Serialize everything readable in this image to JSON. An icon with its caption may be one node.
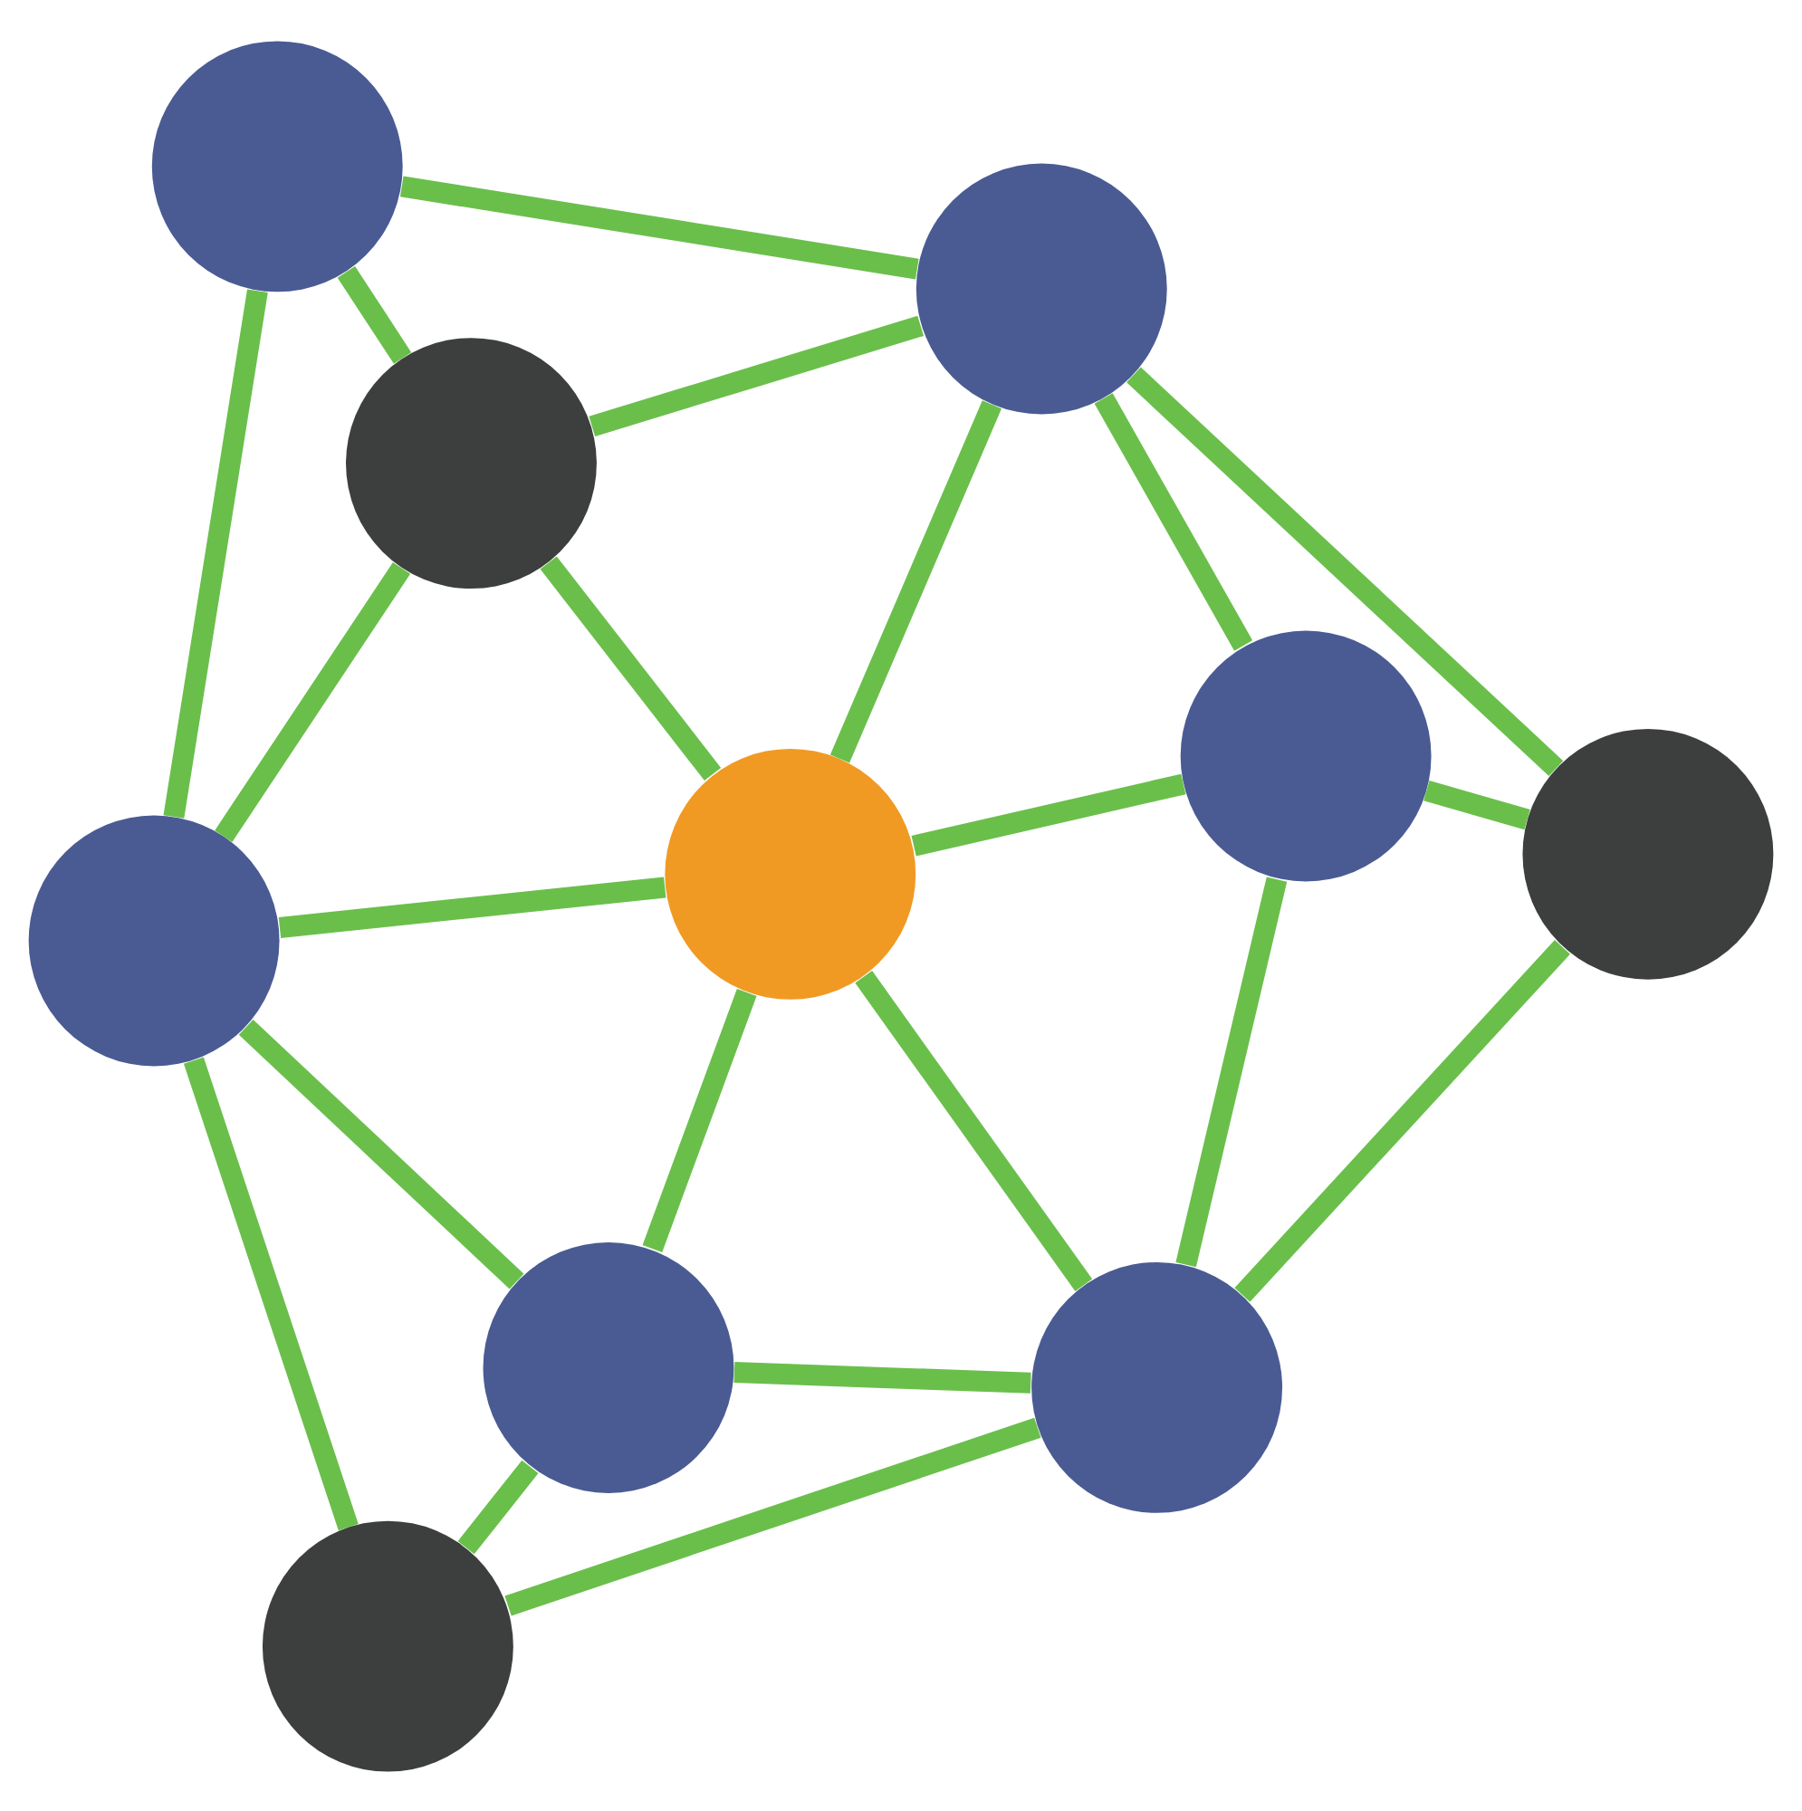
{
  "diagram": {
    "nodes": [
      {
        "text": [],
        "shape": "circle"
      },
      {
        "text": [],
        "shape": "circle"
      },
      {
        "text": [],
        "shape": "circle"
      },
      {
        "text": [],
        "shape": "circle"
      },
      {
        "text": [],
        "shape": "circle"
      },
      {
        "text": [],
        "shape": "circle"
      },
      {
        "text": [],
        "shape": "circle"
      },
      {
        "text": [],
        "shape": "circle"
      },
      {
        "text": [],
        "shape": "circle"
      },
      {
        "text": [],
        "shape": "circle"
      }
    ],
    "edges": [
      {
        "from": 0,
        "to": 1,
        "arrow": "none"
      },
      {
        "from": 0,
        "to": 2,
        "arrow": "none"
      },
      {
        "from": 0,
        "to": 3,
        "arrow": "none"
      },
      {
        "from": 1,
        "to": 2,
        "arrow": "none"
      },
      {
        "from": 2,
        "to": 3,
        "arrow": "none"
      },
      {
        "from": 1,
        "to": 4,
        "arrow": "none"
      },
      {
        "from": 2,
        "to": 4,
        "arrow": "none"
      },
      {
        "from": 3,
        "to": 4,
        "arrow": "none"
      },
      {
        "from": 1,
        "to": 5,
        "arrow": "none"
      },
      {
        "from": 3,
        "to": 6,
        "arrow": "none"
      },
      {
        "from": 1,
        "to": 7,
        "arrow": "none"
      },
      {
        "from": 3,
        "to": 8,
        "arrow": "none"
      },
      {
        "from": 4,
        "to": 5,
        "arrow": "none"
      },
      {
        "from": 4,
        "to": 6,
        "arrow": "none"
      },
      {
        "from": 4,
        "to": 9,
        "arrow": "none"
      },
      {
        "from": 5,
        "to": 7,
        "arrow": "none"
      },
      {
        "from": 6,
        "to": 8,
        "arrow": "none"
      },
      {
        "from": 5,
        "to": 9,
        "arrow": "none"
      },
      {
        "from": 6,
        "to": 9,
        "arrow": "none"
      },
      {
        "from": 7,
        "to": 9,
        "arrow": "none"
      },
      {
        "from": 8,
        "to": 9,
        "arrow": "none"
      }
    ]
  }
}
